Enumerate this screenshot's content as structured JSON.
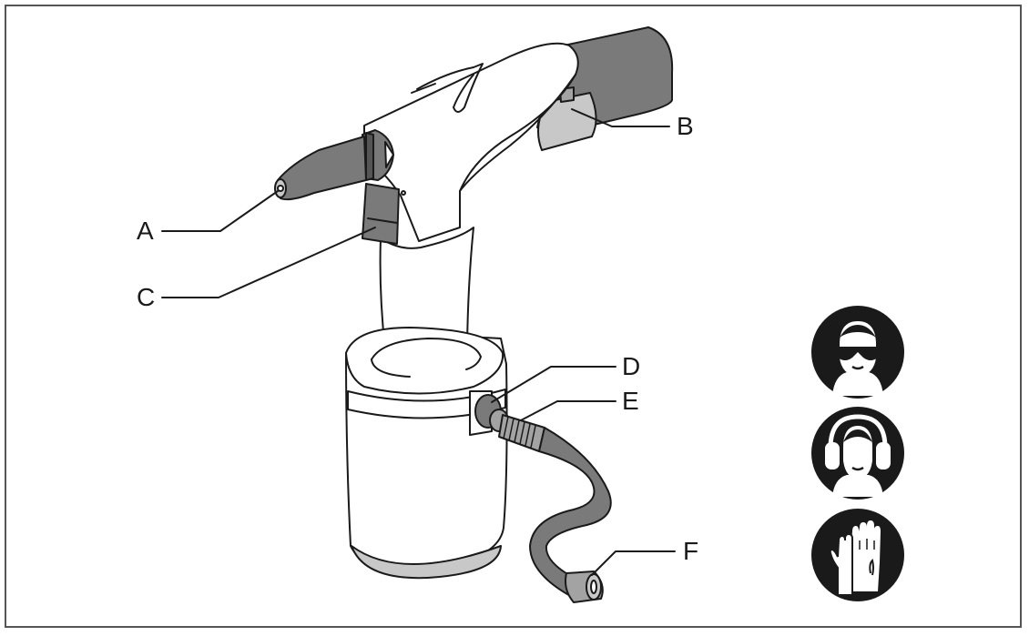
{
  "colors": {
    "line": "#1a1a1a",
    "gray_dark": "#7a7a7a",
    "gray_mid": "#a3a3a3",
    "gray_light": "#c8c8c8",
    "frame": "#555555",
    "icon_bg": "#1a1a1a",
    "icon_fg": "#ffffff"
  },
  "callouts": {
    "A": "A",
    "B": "B",
    "C": "C",
    "D": "D",
    "E": "E",
    "F": "F"
  },
  "ppe_icons": [
    "safety-glasses-icon",
    "ear-protection-icon",
    "protective-gloves-icon"
  ]
}
